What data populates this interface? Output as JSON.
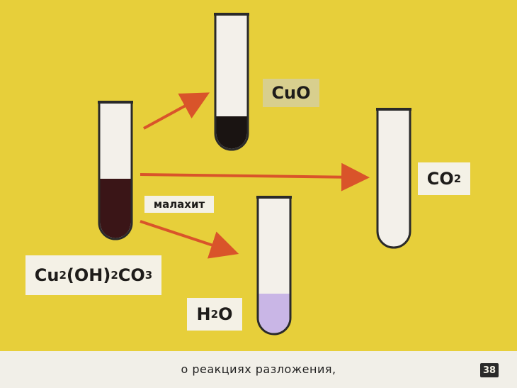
{
  "labels": {
    "reactant": {
      "base": "Cu",
      "s1": "2",
      "mid": "(OH)",
      "s2": "2",
      "end": "CO",
      "s3": "3"
    },
    "reactant_name": "малахит",
    "product_cuo": "CuO",
    "product_co2": {
      "base": "CO",
      "sub": "2"
    },
    "product_h2o": {
      "a": "H",
      "sub": "2",
      "b": "O"
    }
  },
  "caption": "о реакциях разложения,",
  "frame_number": "38",
  "colors": {
    "background": "#e7cf3a",
    "arrow": "#d9542a",
    "tube_glass": "#f3f0ea",
    "malachite": "#3a1517",
    "copper_oxide": "#1a1412",
    "water": "#c9b6e6",
    "caption_bar": "#f1efe8"
  }
}
